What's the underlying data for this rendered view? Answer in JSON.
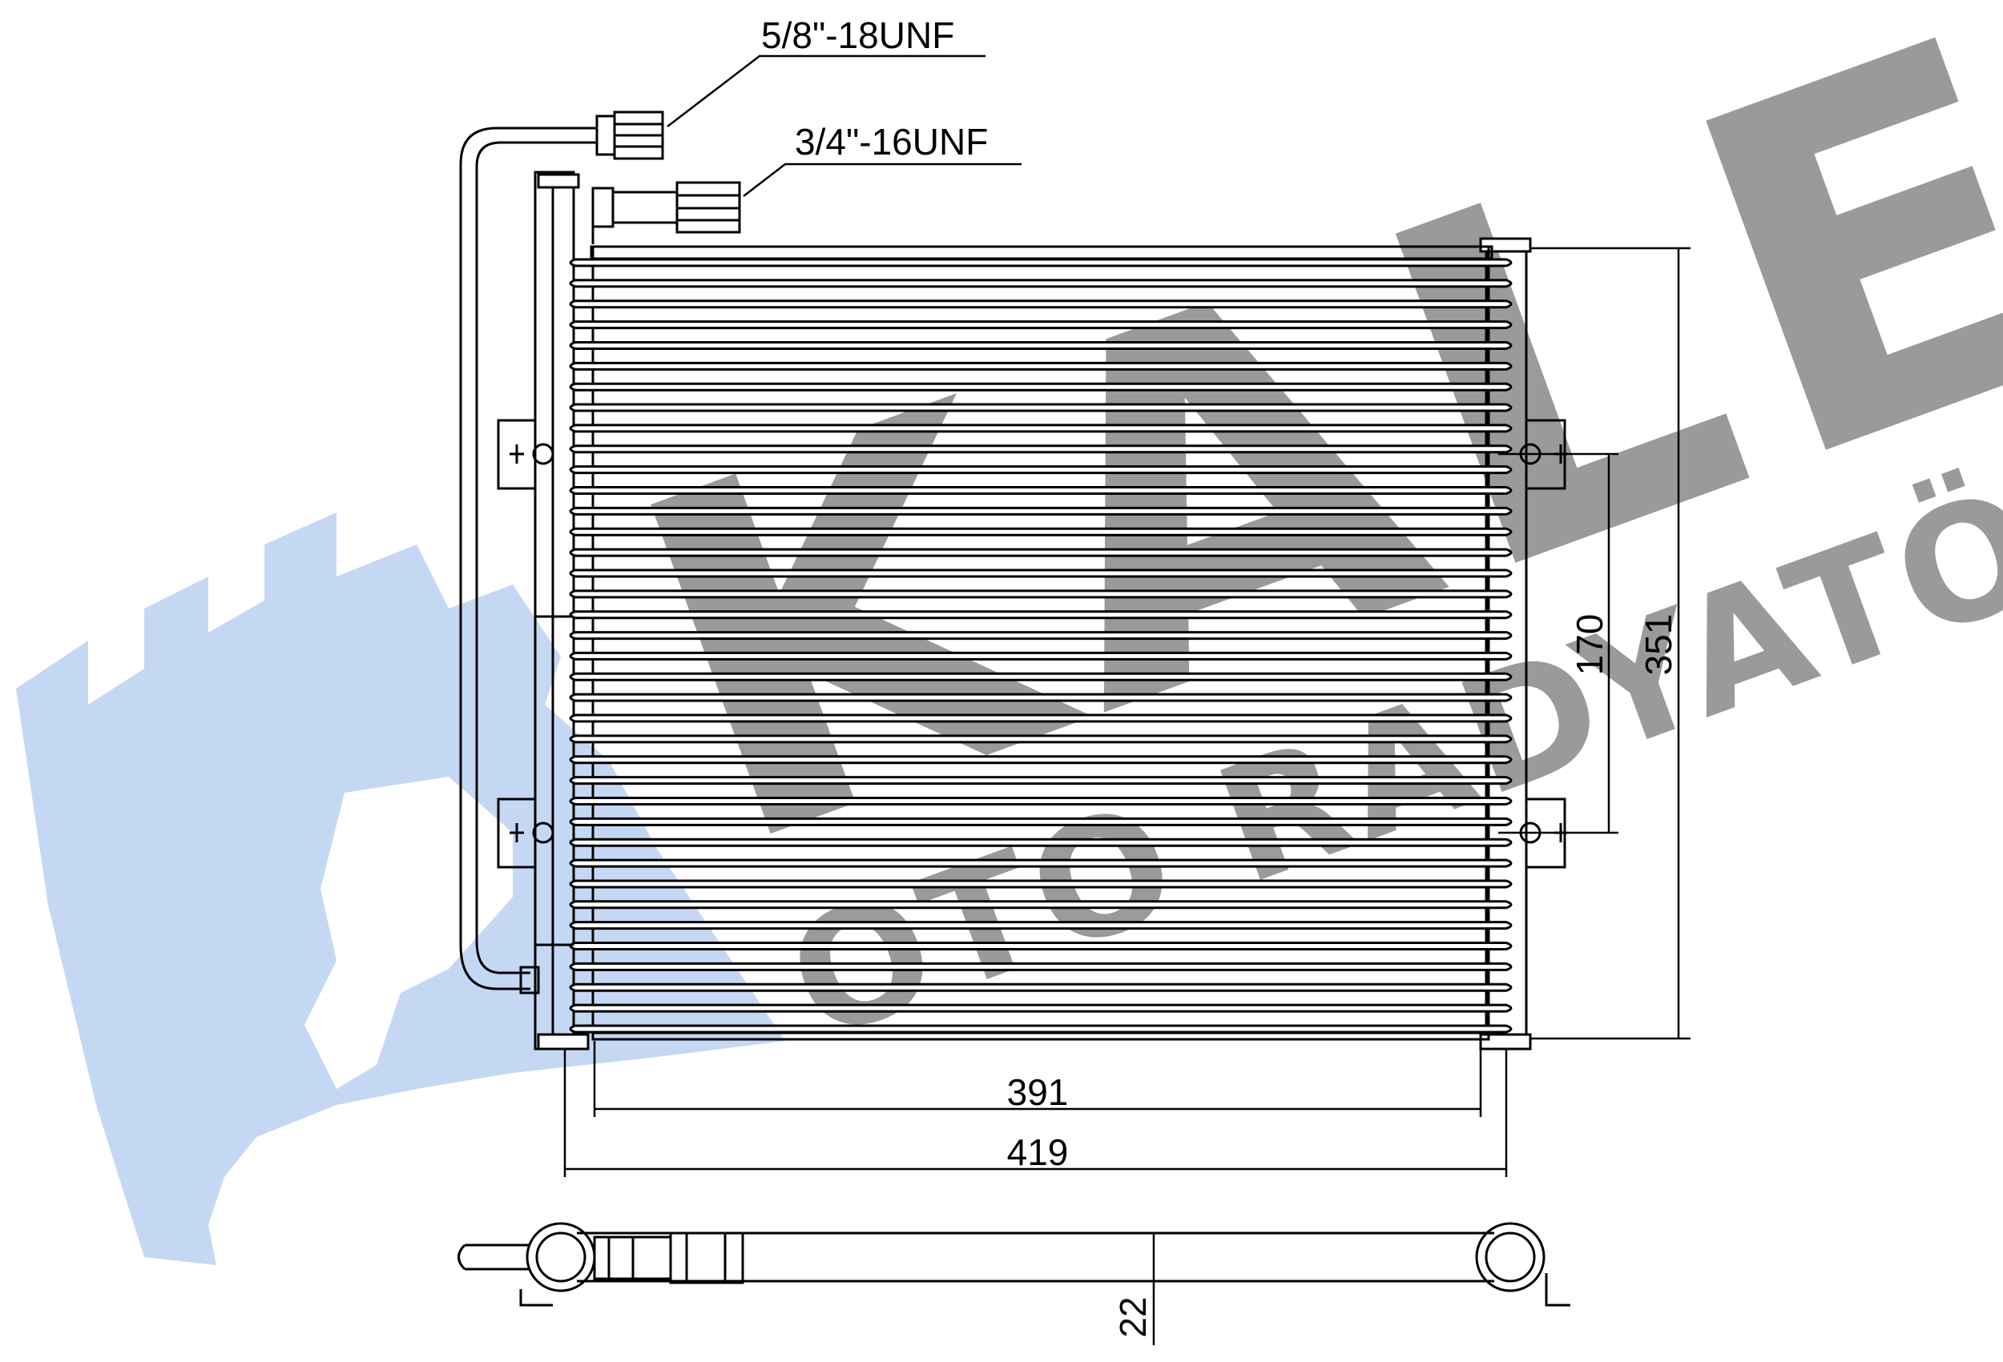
{
  "watermark": {
    "brand": "KALE",
    "tagline": "OTO RADYATÖR",
    "brand_color": "#9a9a9a",
    "logo_color": "#c5d8f3"
  },
  "callouts": {
    "inlet_thread": "5/8\"-18UNF",
    "outlet_thread": "3/4\"-16UNF"
  },
  "dimensions": {
    "core_width": "391",
    "overall_width": "419",
    "overall_height": "351",
    "bracket_spacing": "170",
    "thickness": "22"
  },
  "colors": {
    "line": "#000000",
    "background": "#ffffff"
  }
}
